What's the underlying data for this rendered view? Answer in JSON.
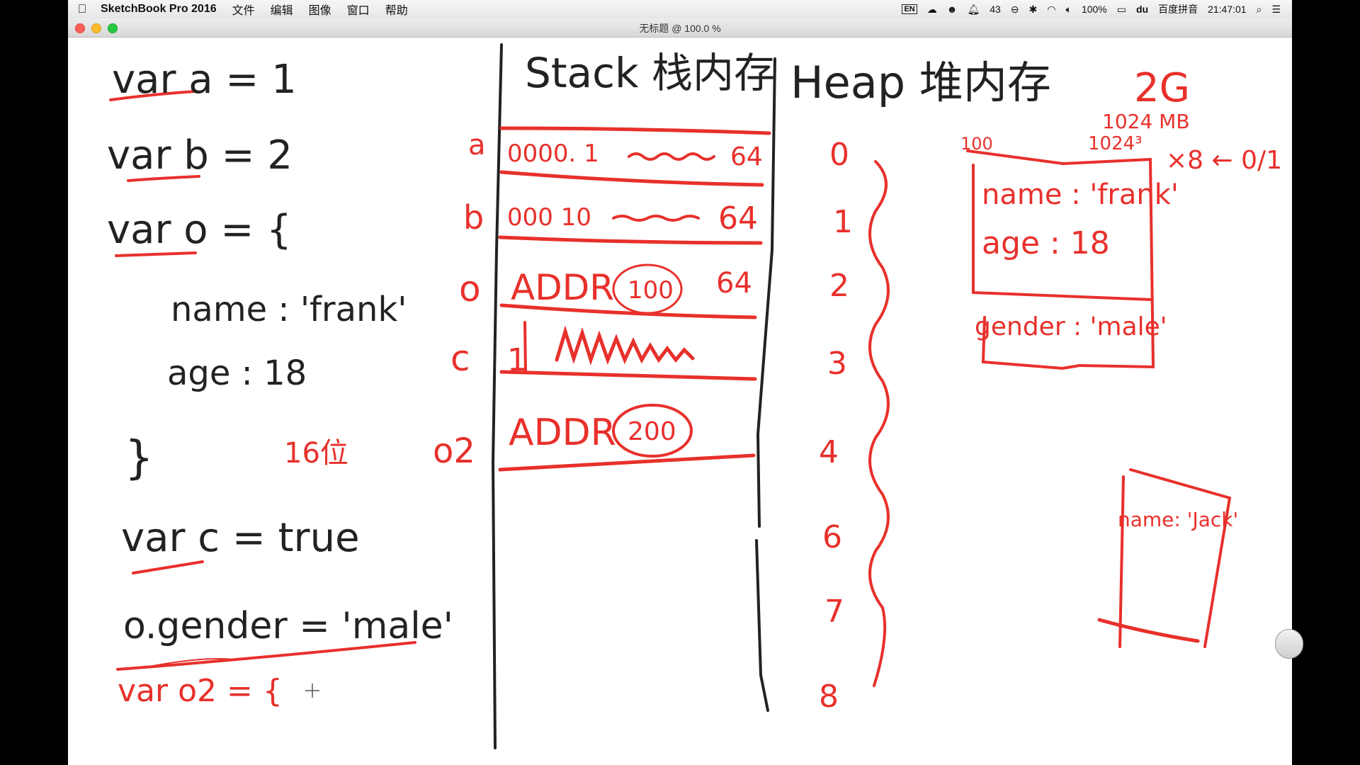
{
  "menubar": {
    "app_name": "SketchBook Pro 2016",
    "menus": [
      "文件",
      "编辑",
      "图像",
      "窗口",
      "帮助"
    ],
    "status": {
      "input_lang": "EN",
      "notifications": "43",
      "battery": "100%",
      "ime": "百度拼音",
      "clock": "21:47:01"
    }
  },
  "window": {
    "title": "无标题 @ 100.0 %"
  },
  "sketch": {
    "code": {
      "line1": "var a = 1",
      "line2": "var b = 2",
      "line3": "var o = {",
      "line4": "name : 'frank'",
      "line5": "age : 18",
      "line6": "}",
      "line7": "var c = true",
      "line8": "o.gender = 'male'",
      "line9": "var o2 = {",
      "note": "16位"
    },
    "stack": {
      "header": "Stack 栈内存",
      "rows": [
        {
          "label": "a",
          "cell": "0000. 1",
          "tail": "64"
        },
        {
          "label": "b",
          "cell": "000 10",
          "tail": "64"
        },
        {
          "label": "o",
          "cell": "ADDR",
          "circle": "100",
          "tail": "64"
        },
        {
          "label": "c",
          "cell": "1"
        },
        {
          "label": "o2",
          "cell": "ADDR",
          "circle": "200"
        }
      ]
    },
    "heap": {
      "header": "Heap 堆内存",
      "index_labels": [
        "0",
        "1",
        "2",
        "3",
        "4",
        "6",
        "7",
        "8"
      ],
      "size_note": "2G",
      "mb_note": "1024 MB",
      "mb_note2": "1024³",
      "bits_note": "×8 ← 0/1",
      "addr_label": "100",
      "obj1": {
        "name": "name : 'frank'",
        "age": "age : 18",
        "gender": "gender : 'male'"
      },
      "obj2": {
        "name": "name: 'Jack'"
      }
    }
  },
  "colors": {
    "ink_black": "#222222",
    "ink_red": "#e8302b",
    "canvas": "#ffffff"
  }
}
